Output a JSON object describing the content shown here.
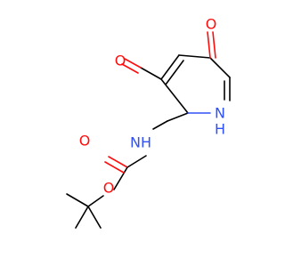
{
  "molecule": {
    "atoms": {
      "aldehyde_o": "O",
      "ketone_o": "O",
      "ring_nh": "N\nH",
      "ring_nh_n": "N",
      "ring_nh_h": "H",
      "carbamate_nh": "NH",
      "carbonyl_o": "O",
      "ester_o": "O"
    },
    "colors": {
      "carbon_bond": "#000000",
      "oxygen": "#ff0d0d",
      "nitrogen": "#3050f8"
    }
  }
}
